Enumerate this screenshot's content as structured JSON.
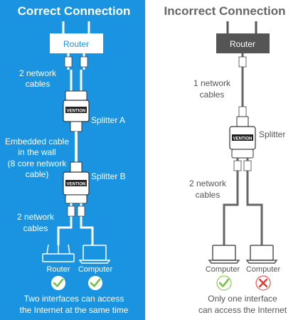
{
  "correct": {
    "title": "Correct Connection",
    "router_label": "Router",
    "cables_top_line1": "2 network",
    "cables_top_line2": "cables",
    "splitter_a_label": "Splitter A",
    "splitter_brand": "VENTION",
    "embedded_line1": "Embedded cable",
    "embedded_line2": "in the wall",
    "embedded_line3": "(8 core network",
    "embedded_line4": "cable)",
    "splitter_b_label": "Splitter B",
    "cables_bottom_line1": "2 network",
    "cables_bottom_line2": "cables",
    "device1_label": "Router",
    "device2_label": "Computer",
    "caption_line1": "Two interfaces can access",
    "caption_line2": "the Internet at the same time",
    "background_color": "#1a93e0",
    "check_color": "#76c043"
  },
  "incorrect": {
    "title": "Incorrect Connection",
    "router_label": "Router",
    "cables_top_line1": "1 network",
    "cables_top_line2": "cables",
    "splitter_label": "Splitter",
    "splitter_brand": "VENTION",
    "cables_bottom_line1": "2 network",
    "cables_bottom_line2": "cables",
    "device1_label": "Computer",
    "device2_label": "Computer",
    "caption_line1": "Only one interface",
    "caption_line2": "can access the Internet",
    "router_color": "#555555",
    "check_color": "#76c043",
    "cross_color": "#e53935"
  }
}
